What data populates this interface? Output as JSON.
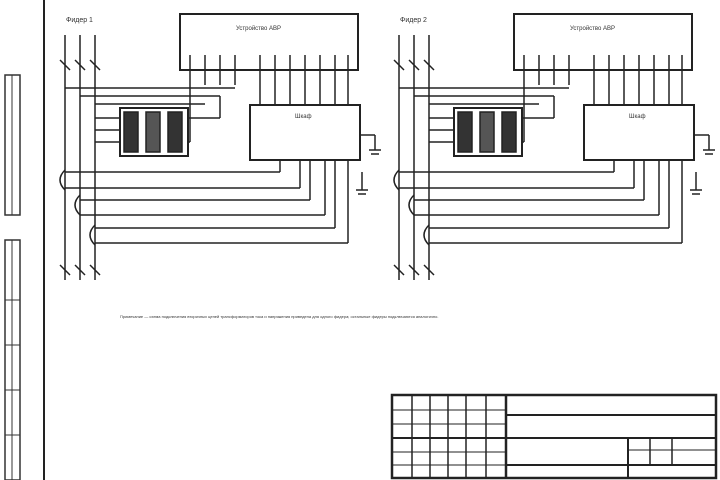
{
  "schematics": [
    {
      "bus_label": "Фидер 1",
      "panel_title": "Устройство АВР",
      "cabinet_title": "Шкаф"
    },
    {
      "bus_label": "Фидер 2",
      "panel_title": "Устройство АВР",
      "cabinet_title": "Шкаф"
    }
  ],
  "note_text": "Примечание — схема подключения вторичных цепей трансформаторов тока и напряжения приведена для одного фидера; остальные фидеры подключаются аналогично."
}
